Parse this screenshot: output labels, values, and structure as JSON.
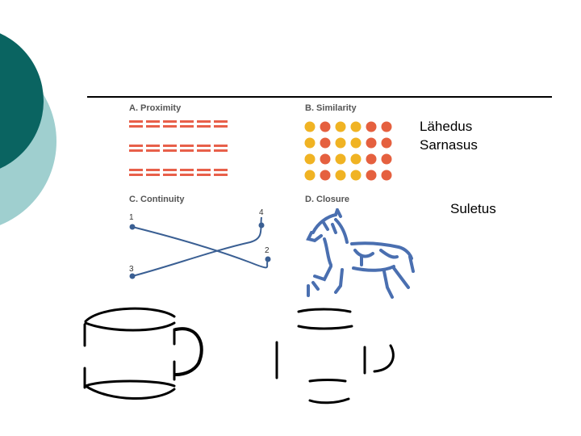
{
  "slide": {
    "panels": {
      "proximity": {
        "title": "A. Proximity"
      },
      "similarity": {
        "title": "B. Similarity"
      },
      "continuity": {
        "title": "C. Continuity",
        "point_labels": [
          "1",
          "4",
          "2",
          "3"
        ]
      },
      "closure": {
        "title": "D. Closure"
      }
    },
    "labels": {
      "proximity": "Lähedus",
      "similarity": "Sarnasus",
      "closure": "Suletus"
    }
  },
  "colors": {
    "teal_dark": "#0a6461",
    "teal_light": "#9fcfcf",
    "dash_red": "#e8604a",
    "dot_yellow": "#f0b323",
    "dot_red": "#e5603f",
    "line_blue": "#3a5f93",
    "horse_blue": "#4a6fb0"
  },
  "figures": {
    "similarity_pattern": [
      "yellow",
      "red",
      "yellow",
      "yellow",
      "red",
      "red"
    ],
    "closure_figure": "horse-outline",
    "mug_figures": [
      "complete-mug-outline",
      "fragmented-mug-outline"
    ]
  }
}
